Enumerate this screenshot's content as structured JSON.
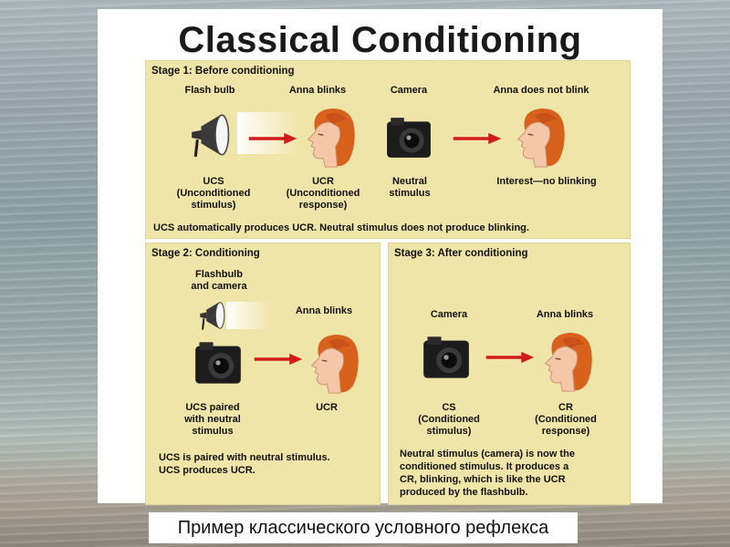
{
  "title": "Classical Conditioning",
  "stage1": {
    "heading": "Stage 1: Before conditioning",
    "flash_label": "Flash bulb",
    "blink_label": "Anna blinks",
    "camera_label": "Camera",
    "noblink_label": "Anna does not blink",
    "ucs_label": "UCS\n(Unconditioned\nstimulus)",
    "ucr_label": "UCR\n(Unconditioned\nresponse)",
    "neutral_label": "Neutral\nstimulus",
    "interest_label": "Interest—no blinking",
    "summary": "UCS automatically produces UCR. Neutral stimulus does not produce blinking."
  },
  "stage2": {
    "heading": "Stage 2: Conditioning",
    "flash_camera_label": "Flashbulb\nand camera",
    "blink_label": "Anna blinks",
    "ucs_paired_label": "UCS paired\nwith neutral\nstimulus",
    "ucr_label": "UCR",
    "summary": "UCS is paired with neutral stimulus.\nUCS produces UCR."
  },
  "stage3": {
    "heading": "Stage 3: After conditioning",
    "camera_label": "Camera",
    "blink_label": "Anna blinks",
    "cs_label": "CS\n(Conditioned\nstimulus)",
    "cr_label": "CR\n(Conditioned\nresponse)",
    "summary": "Neutral stimulus (camera) is now the\nconditioned stimulus. It produces a\nCR, blinking, which is like the UCR\nproduced by the flashbulb."
  },
  "caption": "Пример классического условного рефлекса",
  "colors": {
    "panel": "#f0e5a8",
    "arrow": "#d11a1a",
    "hair": "#d8621c",
    "skin": "#f6c6a8"
  }
}
